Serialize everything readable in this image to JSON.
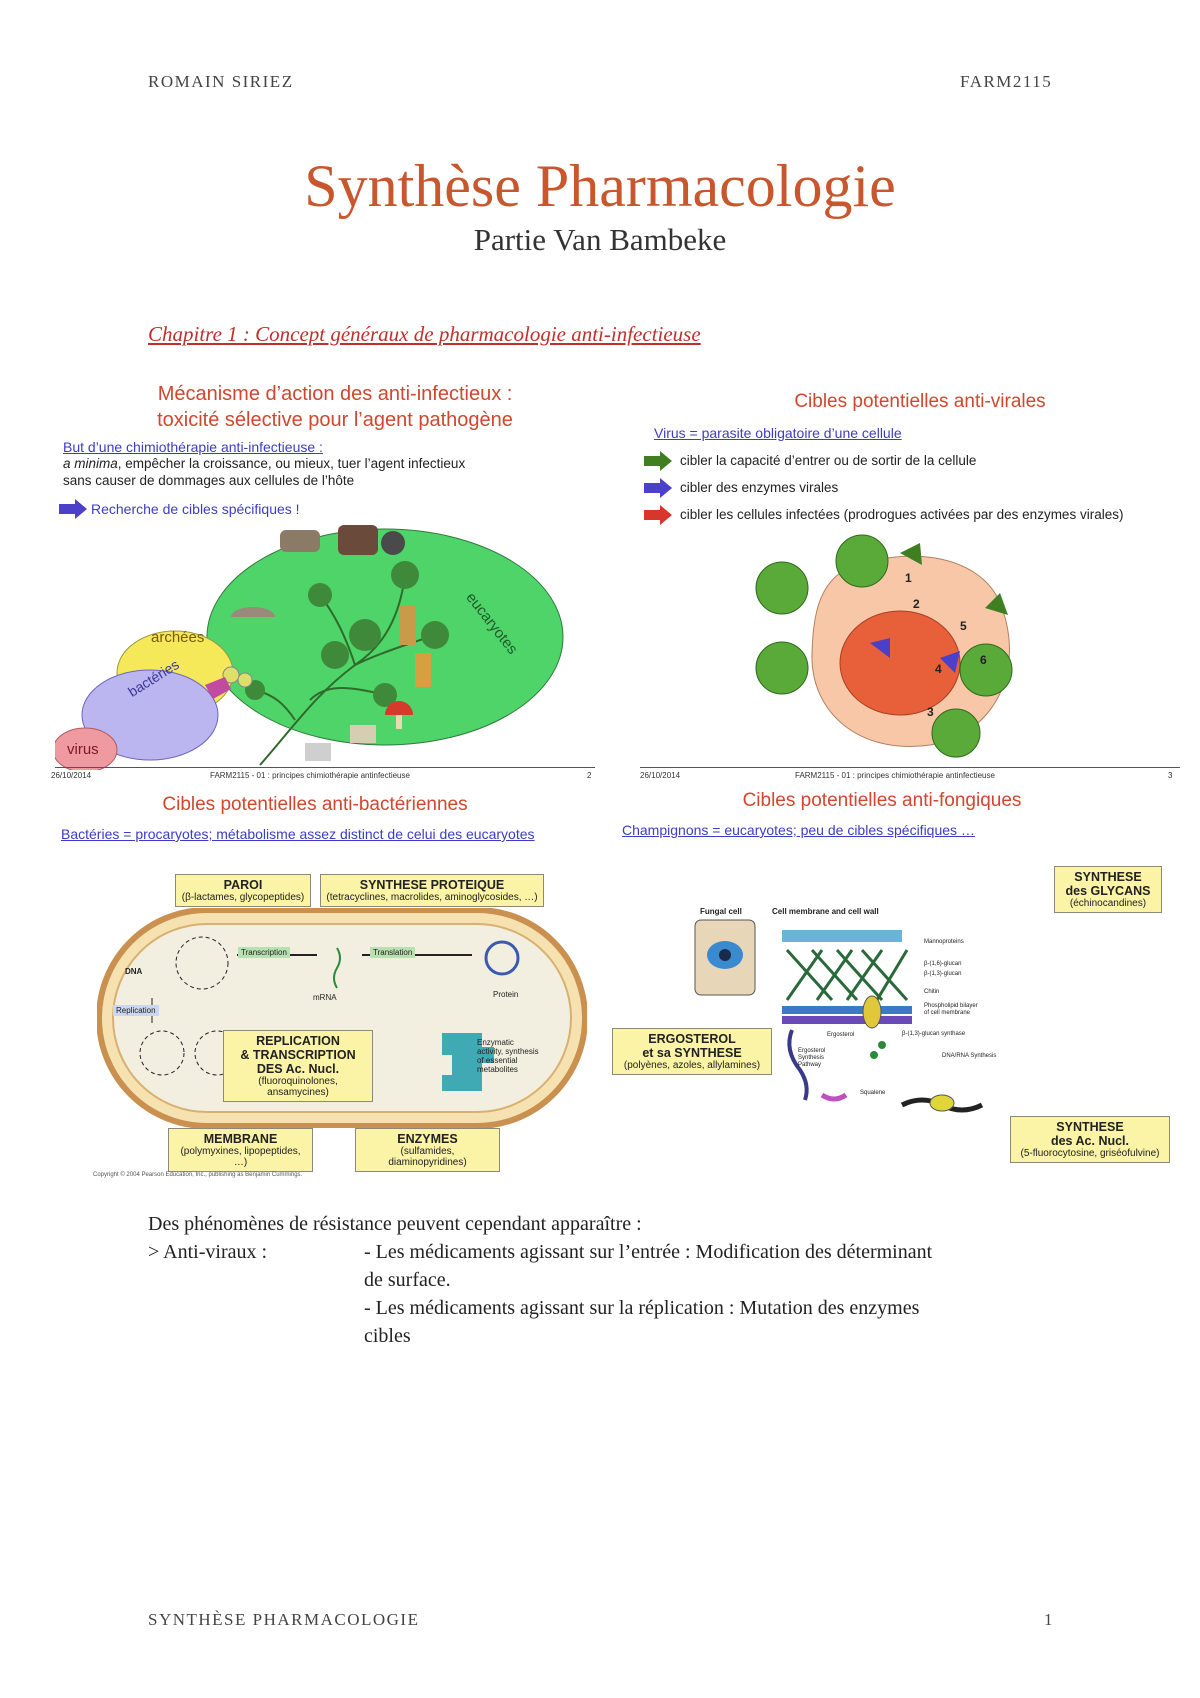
{
  "header": {
    "left": "ROMAIN SIRIEZ",
    "right": "FARM2115"
  },
  "title": "Synthèse Pharmacologie",
  "subtitle": "Partie Van Bambeke",
  "chapter": "Chapitre 1 : Concept généraux de pharmacologie anti-infectieuse",
  "slide1": {
    "title_line1": "Mécanisme d’action des anti-infectieux :",
    "title_line2": "toxicité sélective pour l’agent pathogène",
    "goal_label": "But d’une chimiothérapie anti-infectieuse :",
    "goal_line1_italic": "a minima",
    "goal_line1_rest": ", empêcher la croissance, ou mieux, tuer l’agent infectieux",
    "goal_line2": "sans causer de dommages aux cellules de l’hôte",
    "arrow_text": "Recherche de cibles spécifiques !",
    "labels": {
      "virus": "virus",
      "bacteries": "bactéries",
      "archees": "archées",
      "eucaryotes": "eucaryotes"
    },
    "footer_date": "26/10/2014",
    "footer_course": "FARM2115 - 01 : principes chimiothérapie antinfectieuse",
    "footer_page": "2"
  },
  "slide2": {
    "title": "Cibles potentielles anti-virales",
    "subtitle": "Virus = parasite obligatoire d’une cellule",
    "items": [
      {
        "color": "#3f7f22",
        "text": "cibler la capacité d’entrer ou de sortir de la cellule"
      },
      {
        "color": "#4c3fc8",
        "text": "cibler des enzymes virales"
      },
      {
        "color": "#d7362a",
        "text": "cibler les cellules infectées (prodrogues activées par des enzymes virales)"
      }
    ],
    "diagram_numbers": [
      "1",
      "2",
      "3",
      "4",
      "5",
      "6"
    ],
    "footer_date": "26/10/2014",
    "footer_course": "FARM2115 - 01 : principes chimiothérapie antinfectieuse",
    "footer_page": "3"
  },
  "slide3": {
    "title": "Cibles potentielles anti-bactériennes",
    "subtitle": "Bactéries = procaryotes; métabolisme assez distinct de celui des eucaryotes",
    "paroi_b": "PAROI",
    "paroi_s": "(β-lactames, glycopeptides)",
    "synth_b": "SYNTHESE PROTEIQUE",
    "synth_s": "(tetracyclines, macrolides, aminoglycosides, …)",
    "repl_b1": "REPLICATION",
    "repl_b2": "& TRANSCRIPTION",
    "repl_b3": "DES Ac. Nucl.",
    "repl_s": "(fluoroquinolones, ansamycines)",
    "membrane_b": "MEMBRANE",
    "membrane_s": "(polymyxines, lipopeptides, …)",
    "enzymes_b": "ENZYMES",
    "enzymes_s": "(sulfamides, diaminopyridines)",
    "dna": "DNA",
    "transcription": "Transcription",
    "translation": "Translation",
    "mrna": "mRNA",
    "protein": "Protein",
    "replication": "Replication",
    "enzymatic": "Enzymatic activity, synthesis of essential metabolites",
    "copyright": "Copyright © 2004 Pearson Education, Inc., publishing as Benjamin Cummings."
  },
  "slide4": {
    "title": "Cibles potentielles anti-fongiques",
    "subtitle": "Champignons = eucaryotes; peu de cibles spécifiques …",
    "glycans_b1": "SYNTHESE",
    "glycans_b2": "des GLYCANS",
    "glycans_s": "(échinocandines)",
    "ergo_b1": "ERGOSTEROL",
    "ergo_b2": "et sa SYNTHESE",
    "ergo_s": "(polyènes, azoles, allylamines)",
    "nucl_b1": "SYNTHESE",
    "nucl_b2": "des Ac. Nucl.",
    "nucl_s": "(5-fluorocytosine, griséofulvine)",
    "fungal_cell": "Fungal cell",
    "membrane_wall": "Cell membrane and cell wall",
    "mannoproteins": "Mannoproteins",
    "glucan16": "β-(1,6)-glucan",
    "glucan13": "β-(1,3)-glucan",
    "chitin": "Chitin",
    "phospho": "Phospholipid bilayer of cell membrane",
    "glucan_synthase": "β-(1,3)-glucan synthase",
    "ergosterol": "Ergosterol",
    "ergo_pathway": "Ergosterol Synthesis Pathway",
    "squalene": "Squalene",
    "dna_rna": "DNA/RNA Synthesis"
  },
  "resistance": {
    "intro": "Des phénomènes de résistance peuvent cependant apparaître :",
    "label": "> Anti-viraux :",
    "item1_line1": "- Les médicaments agissant sur l’entrée : Modification des déterminant",
    "item1_line2": "de surface.",
    "item2_line1": "- Les médicaments agissant sur la réplication : Mutation des enzymes",
    "item2_line2": "cibles"
  },
  "footer": {
    "left": "SYNTHÈSE PHARMACOLOGIE",
    "page": "1"
  }
}
